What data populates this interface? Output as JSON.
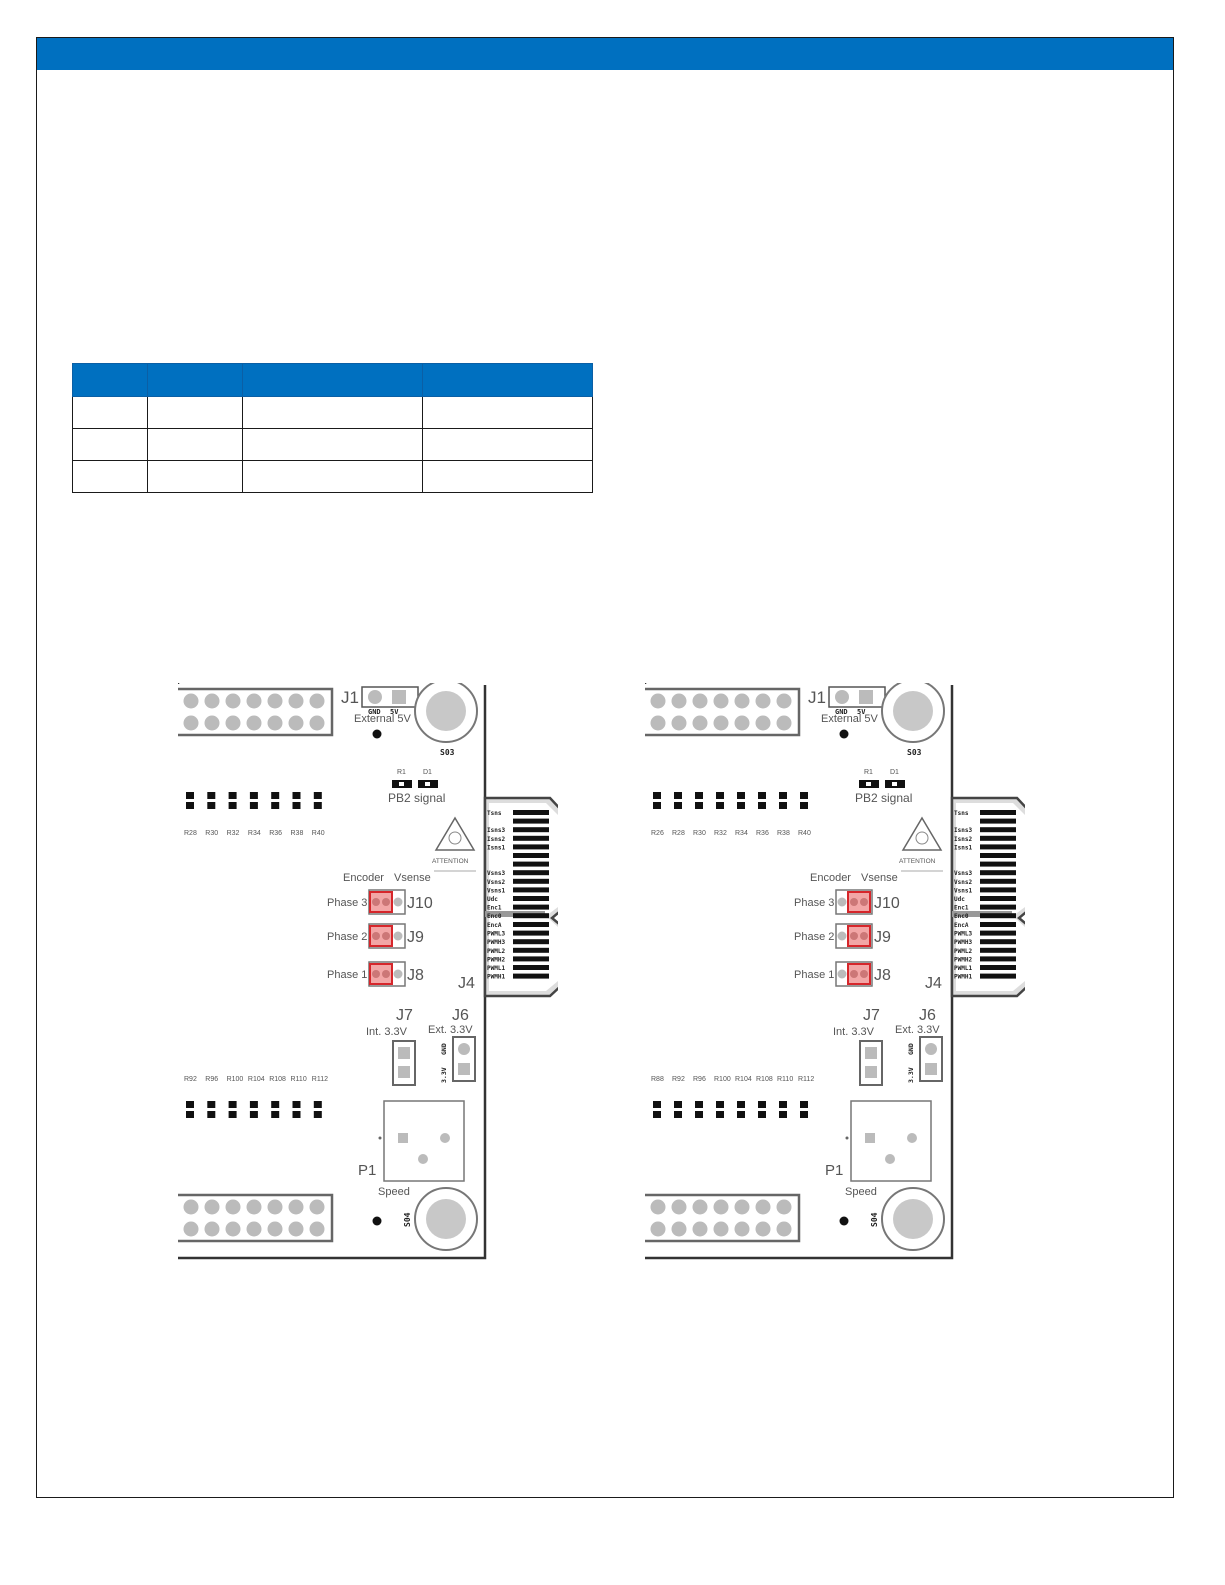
{
  "table": {
    "rows": [
      [
        "",
        "",
        "",
        ""
      ],
      [
        "",
        "",
        "",
        ""
      ],
      [
        "",
        "",
        "",
        ""
      ]
    ]
  },
  "boards": [
    {
      "resistors_top": [
        "R28",
        "R30",
        "R32",
        "R34",
        "R36",
        "R38",
        "R40"
      ],
      "resistors_bottom": [
        "R92",
        "R96",
        "R100",
        "R104",
        "R108",
        "R110",
        "R112"
      ],
      "jumper_selection": "left"
    },
    {
      "resistors_top": [
        "R26",
        "R28",
        "R30",
        "R32",
        "R34",
        "R36",
        "R38",
        "R40"
      ],
      "resistors_bottom": [
        "R88",
        "R92",
        "R96",
        "R100",
        "R104",
        "R108",
        "R110",
        "R112"
      ],
      "jumper_selection": "right"
    }
  ],
  "labels": {
    "j1": "J1",
    "gnd": "GND",
    "v5": "5V",
    "external_5v": "External 5V",
    "s03": "S03",
    "s04": "S04",
    "r1": "R1",
    "d1": "D1",
    "pb2_signal": "PB2 signal",
    "attention": "ATTENTION",
    "encoder": "Encoder",
    "vsense": "Vsense",
    "phase3": "Phase 3",
    "phase2": "Phase 2",
    "phase1": "Phase 1",
    "j10": "J10",
    "j9": "J9",
    "j8": "J8",
    "j4": "J4",
    "j7": "J7",
    "j6": "J6",
    "int_33v": "Int. 3.3V",
    "ext_33v": "Ext. 3.3V",
    "v33": "3.3V",
    "p1": "P1",
    "speed": "Speed"
  },
  "connector_pins_top": [
    "Tsns",
    "",
    "Isns3",
    "Isns2",
    "Isns1",
    "",
    "",
    "Vsns3",
    "Vsns2",
    "Vsns1",
    "Udc",
    "Enc1",
    "Enc0"
  ],
  "connector_pins_bottom": [
    "EncA",
    "PWML3",
    "PWMH3",
    "PWML2",
    "PWMH2",
    "PWML1",
    "PWMH1"
  ],
  "colors": {
    "header": "#0070c0",
    "jumper_highlight": "#d6262b",
    "jumper_fill": "#f2a6a6",
    "board_outline": "#333333"
  }
}
